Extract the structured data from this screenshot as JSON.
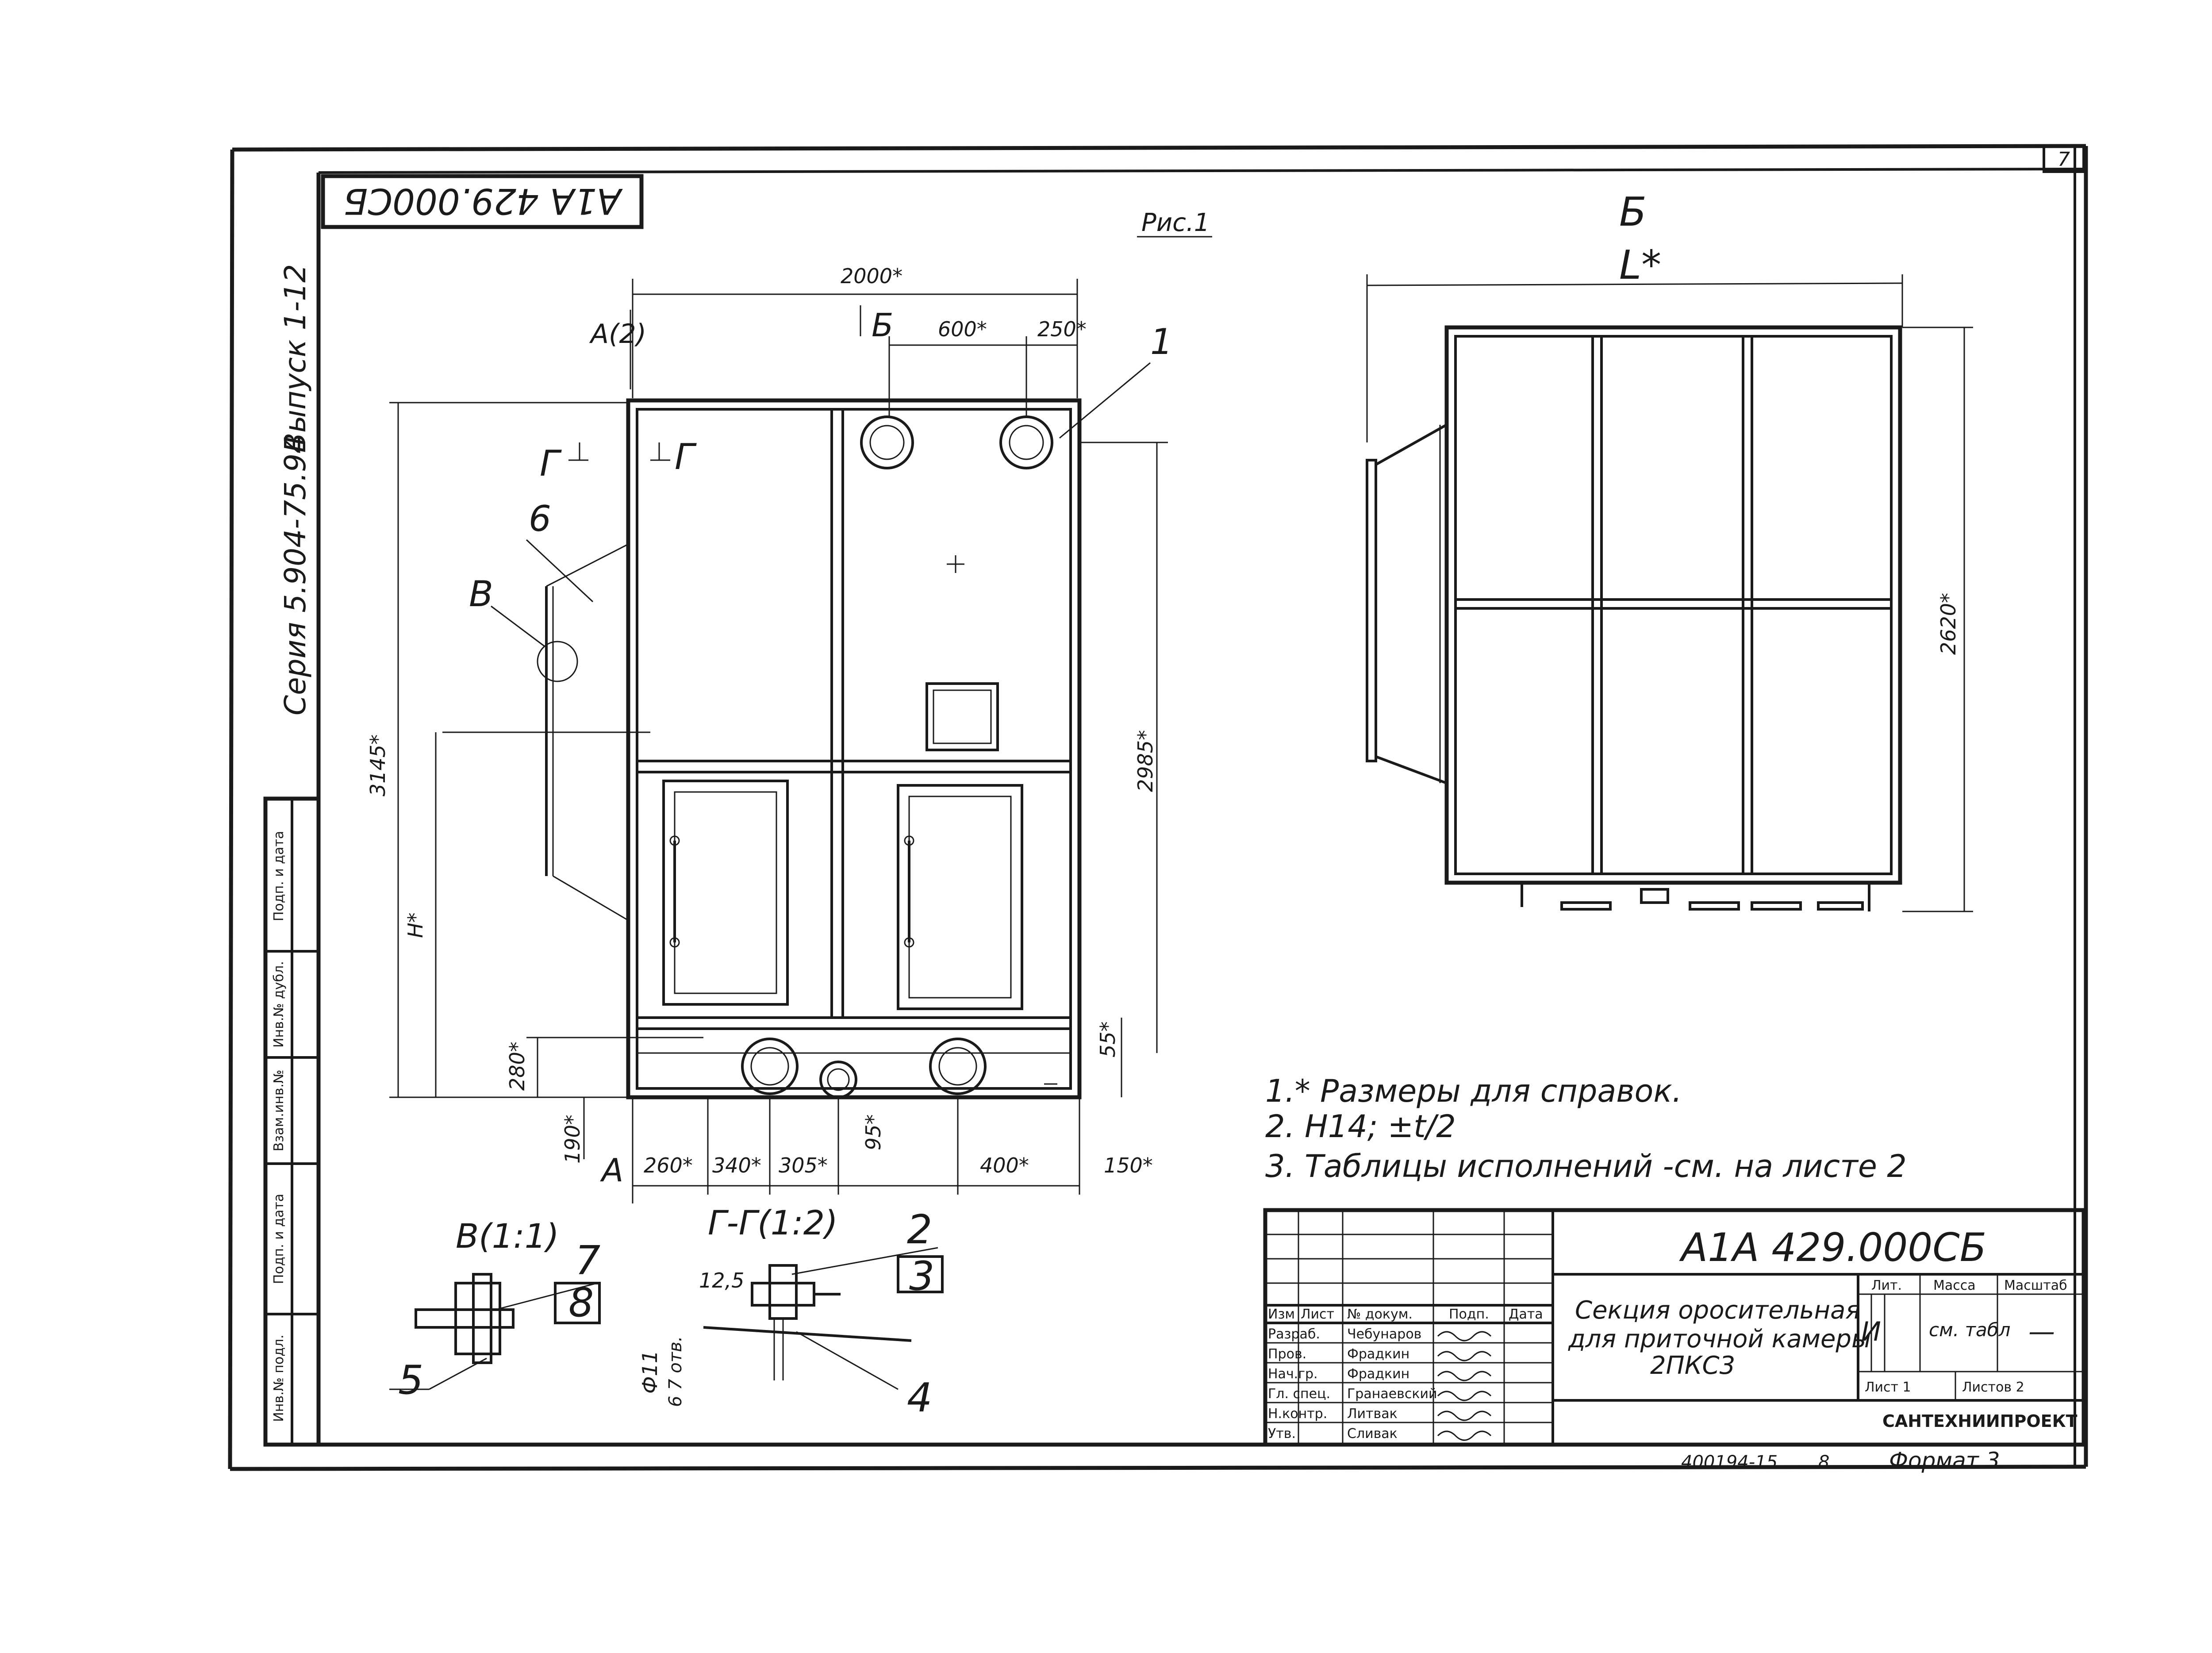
{
  "sheet_number": "7",
  "corner_code": "А1А 429.000СБ",
  "figure_label": "Рис.1",
  "side_strip": {
    "series": "Серия 5.904-75.94",
    "issue": "Выпуск 1-12",
    "fields": [
      "Подп. и дата",
      "Инв.№ дубл.",
      "Взам.инв.№",
      "Подп. и дата",
      "Инв.№ подл."
    ]
  },
  "front_view": {
    "dims": {
      "width": "2000*",
      "d600": "600*",
      "d250": "250*",
      "height_total": "3145*",
      "height_right": "2985*",
      "h": "H*",
      "d280": "280*",
      "d190": "190*",
      "d55": "55*",
      "d95": "95*",
      "d260": "260*",
      "d340": "340*",
      "d305": "305*",
      "d400": "400*",
      "d150": "150*"
    },
    "marks": {
      "a_top": "А(2)",
      "a_bottom": "А",
      "b_arrow": "Б",
      "g_left": "Г",
      "g_right": "Г",
      "v_label": "В",
      "pos1": "1",
      "pos6": "6"
    }
  },
  "side_view": {
    "title": "Б",
    "length": "L*",
    "height": "2620*"
  },
  "detail_v": {
    "title": "В(1:1)",
    "pos": [
      "7",
      "8",
      "5"
    ]
  },
  "detail_g": {
    "title": "Г-Г(1:2)",
    "pos": [
      "2",
      "3",
      "4"
    ],
    "dim_small": "12,5",
    "dim_hole": "Ф11",
    "dim_holes": "6 7 отв."
  },
  "notes": [
    "1.* Размеры для справок.",
    "2. Н14; ±t/2",
    "3. Таблицы исполнений -см. на листе 2"
  ],
  "title_block": {
    "code": "А1А 429.000СБ",
    "name": [
      "Секция оросительная",
      "для приточной камеры",
      "2ПКС3"
    ],
    "headers": {
      "izm": "Изм",
      "list": "Лист",
      "doc": "№ докум.",
      "podp": "Подп.",
      "data": "Дата"
    },
    "people": [
      {
        "role": "Разраб.",
        "name": "Чебунаров"
      },
      {
        "role": "Пров.",
        "name": "Фрадкин"
      },
      {
        "role": "Нач.гр.",
        "name": "Фрадкин"
      },
      {
        "role": "Гл. спец.",
        "name": "Гранаевский"
      },
      {
        "role": "Н.контр.",
        "name": "Литвак"
      },
      {
        "role": "Утв.",
        "name": "Сливак"
      }
    ],
    "lit_header": "Лит.",
    "mass_header": "Масса",
    "scale_header": "Масштаб",
    "lit": "И",
    "mass": "см. табл",
    "scale": "—",
    "sheet_label": "Лист 1",
    "sheets_label": "Листов 2",
    "org": "САНТЕХНИИПРОЕКТ"
  },
  "footer": {
    "inv": "400194-15",
    "page": "8",
    "format": "Формат 3"
  }
}
